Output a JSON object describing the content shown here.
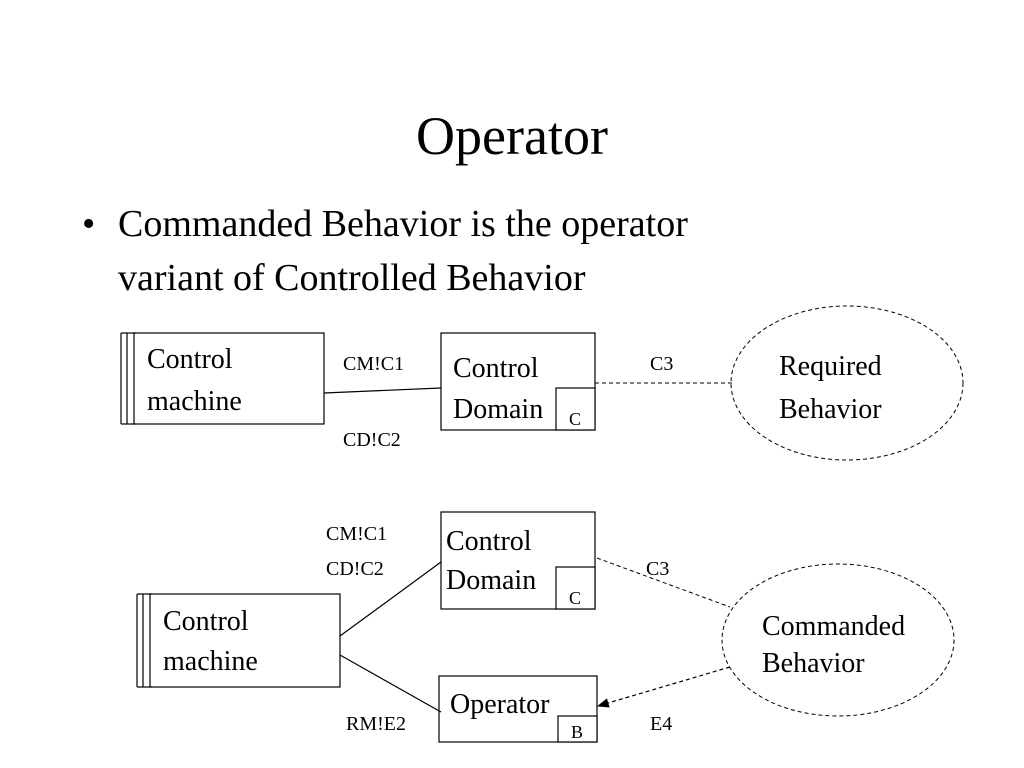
{
  "slide": {
    "title": "Operator",
    "bullet": {
      "line1": "Commanded Behavior is the operator",
      "line2": "variant of Controlled Behavior"
    }
  },
  "diagram_top": {
    "machine": {
      "line1": "Control",
      "line2": "machine"
    },
    "domain": {
      "line1": "Control",
      "line2": "Domain",
      "type": "C"
    },
    "requirement": {
      "line1": "Required",
      "line2": "Behavior"
    },
    "iface_cm": "CM!C1",
    "iface_cd": "CD!C2",
    "iface_req": "C3"
  },
  "diagram_bottom": {
    "machine": {
      "line1": "Control",
      "line2": "machine"
    },
    "domain": {
      "line1": "Control",
      "line2": "Domain",
      "type": "C"
    },
    "operator": {
      "label": "Operator",
      "type": "B"
    },
    "requirement": {
      "line1": "Commanded",
      "line2": "Behavior"
    },
    "iface_cm": "CM!C1",
    "iface_cd": "CD!C2",
    "iface_rm": "RM!E2",
    "iface_req_domain": "C3",
    "iface_req_operator": "E4"
  }
}
